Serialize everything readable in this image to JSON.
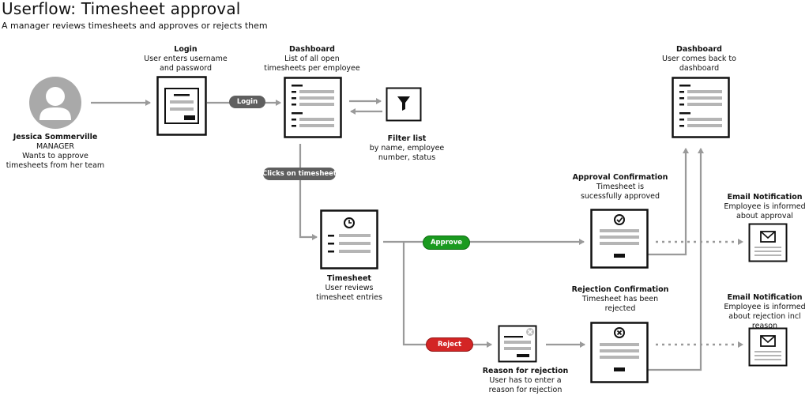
{
  "title": "Userflow: Timesheet approval",
  "subtitle": "A manager reviews timesheets and approves or rejects them",
  "persona": {
    "name": "Jessica Sommerville",
    "role": "MANAGER",
    "description": "Wants to approve\ntimesheets from her team"
  },
  "nodes": {
    "login": {
      "heading": "Login",
      "text": "User enters username\nand password"
    },
    "dashboard": {
      "heading": "Dashboard",
      "text": "List of all open\ntimesheets per employee"
    },
    "filter": {
      "heading": "Filter list",
      "text": "by name, employee\nnumber, status"
    },
    "dashboard_return": {
      "heading": "Dashboard",
      "text": "User comes back to\ndashboard"
    },
    "timesheet": {
      "heading": "Timesheet",
      "text": "User reviews\ntimesheet entries"
    },
    "approval": {
      "heading": "Approval Confirmation",
      "text": "Timesheet is\nsucessfully approved"
    },
    "rejection": {
      "heading": "Rejection\nConfirmation",
      "text": "Timesheet has been\nrejected"
    },
    "reason": {
      "heading": "Reason for rejection",
      "text": "User has to enter a\nreason for rejection"
    },
    "email_approval": {
      "heading": "Email Notification",
      "text": "Employee is informed\nabout approval"
    },
    "email_rejection": {
      "heading": "Email Notification",
      "text": "Employee is informed\nabout rejection incl\nreason"
    }
  },
  "actions": {
    "login": "Login",
    "clicks_on_timesheet": "Clicks on timesheet",
    "approve": "Approve",
    "reject": "Reject"
  },
  "colors": {
    "approve": "#1a9a1f",
    "reject": "#d32525",
    "action": "#5f5f5f",
    "connector": "#9a9a9a"
  }
}
